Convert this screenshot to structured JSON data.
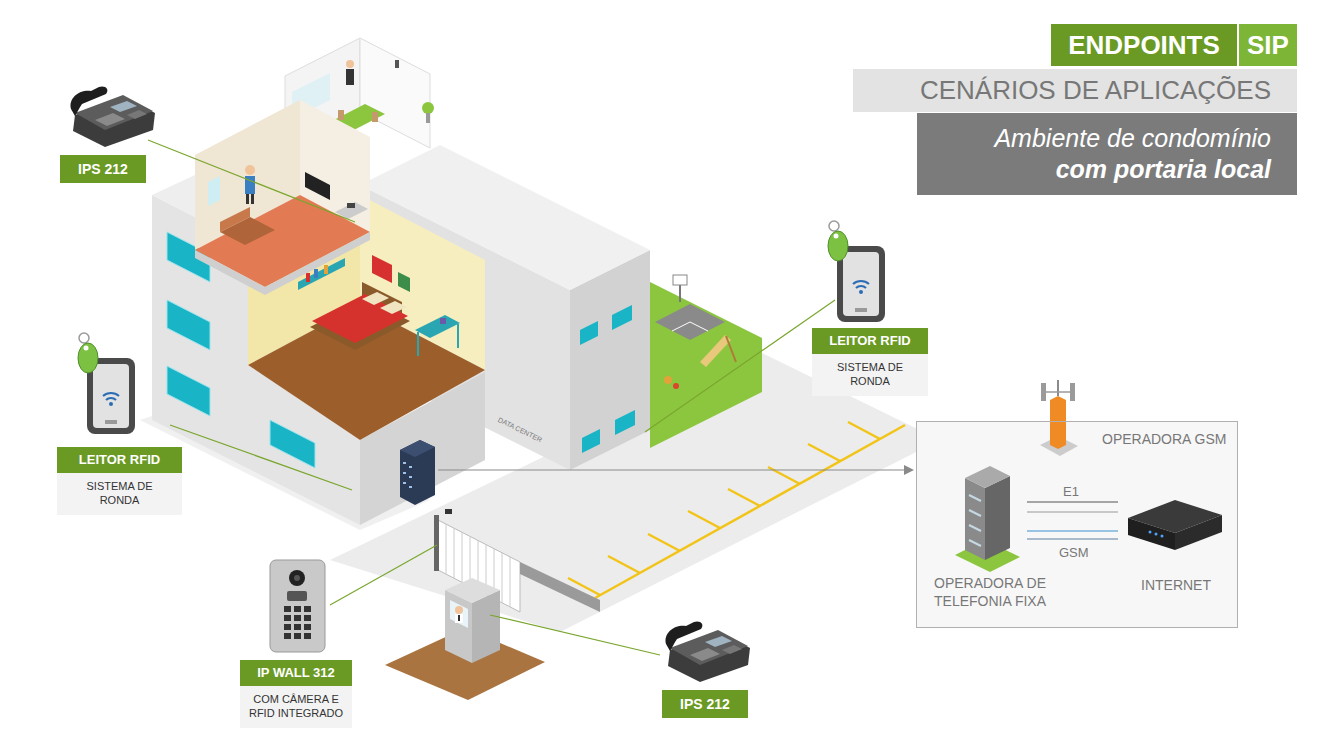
{
  "diagram": {
    "nodes": [
      {
        "text": [
          "ENDPOINTS"
        ]
      },
      {
        "text": [
          "SIP"
        ]
      },
      {
        "text": [
          "CENÁRIOS DE APLICAÇÕES"
        ]
      },
      {
        "text": [
          "Ambiente de condomínio",
          "com portaria local"
        ]
      },
      {
        "text": [
          "IPS 212"
        ]
      },
      {
        "text": [
          "LEITOR RFID",
          "SISTEMA DE RONDA"
        ]
      },
      {
        "text": [
          "LEITOR RFID",
          "SISTEMA DE RONDA"
        ]
      },
      {
        "text": [
          "OPERADORA GSM",
          "OPERADORA DE TELEFONIA FIXA",
          "INTERNET"
        ]
      },
      {
        "text": [
          "IP WALL 312",
          "COM CÂMERA E RFID INTEGRADO"
        ]
      },
      {
        "text": [
          "IPS 212"
        ]
      }
    ],
    "labels": [
      "DATA CENTER",
      "E1",
      "GSM"
    ]
  }
}
